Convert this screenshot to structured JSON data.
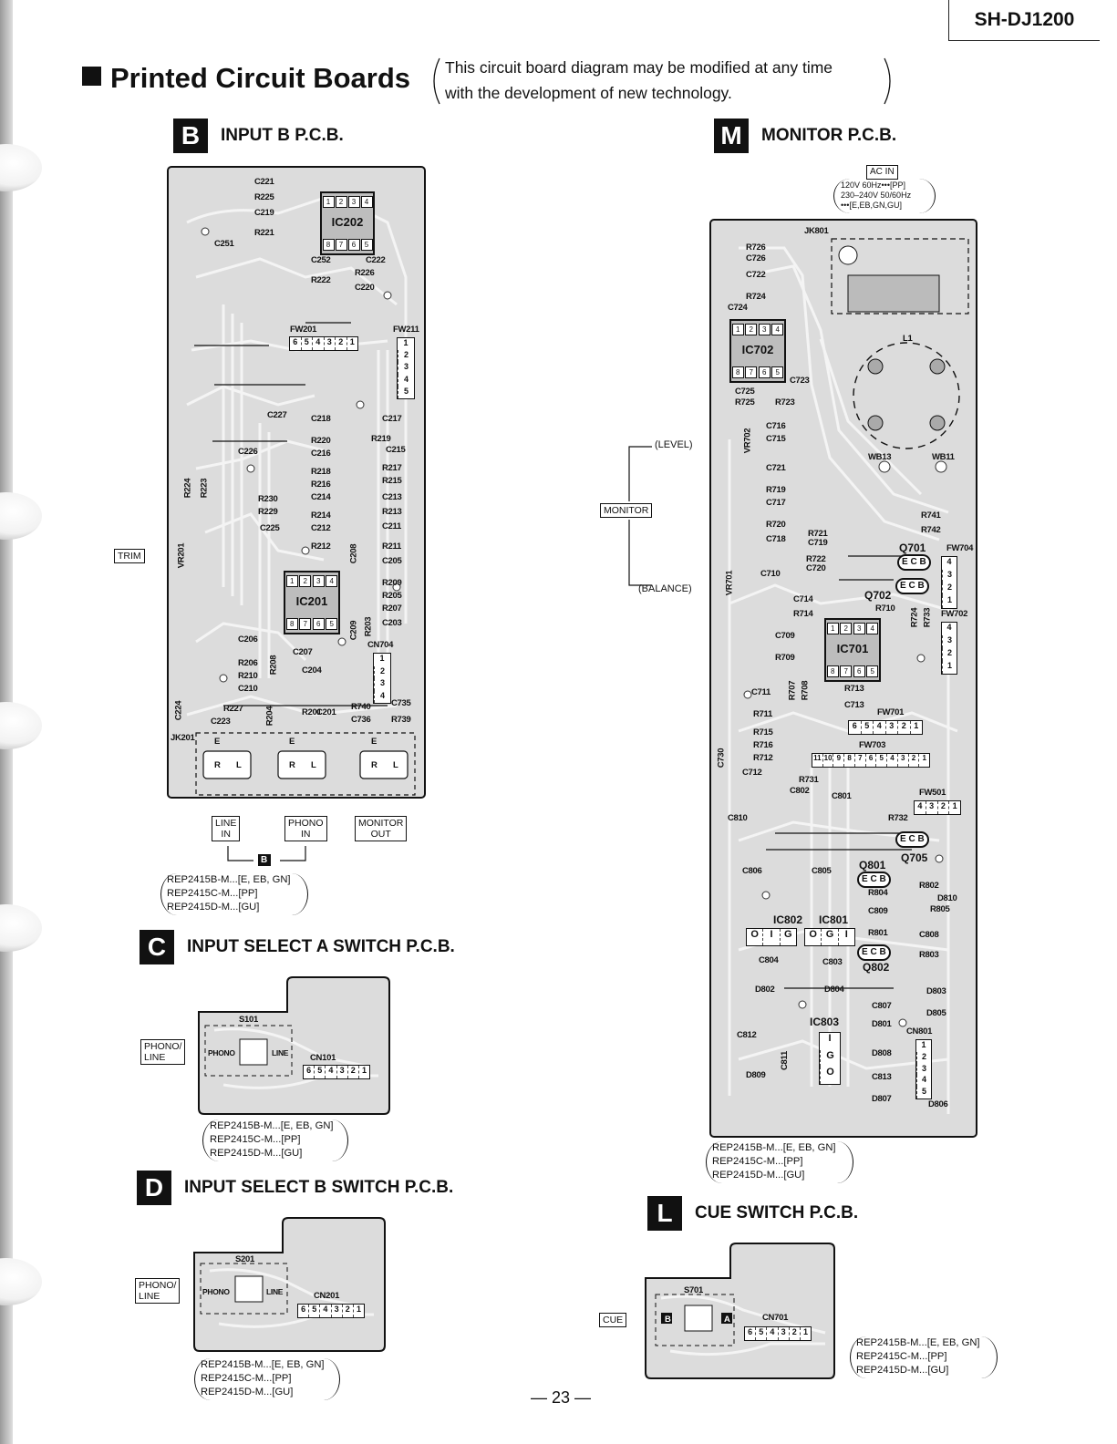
{
  "model": "SH-DJ1200",
  "title": "Printed Circuit Boards",
  "note": {
    "line1": "This circuit board diagram may be modified at any time",
    "line2": "with the development of new technology."
  },
  "page_number": "— 23 —",
  "parts_list": [
    "REP2415B-M...[E, EB, GN]",
    "REP2415C-M...[PP]",
    "REP2415D-M...[GU]"
  ],
  "boards": {
    "b": {
      "letter": "B",
      "name": "INPUT  B  P.C.B.",
      "trim_label": "TRIM",
      "jacks": [
        "LINE\nIN",
        "PHONO\nIN",
        "MONITOR\nOUT"
      ],
      "footer_letter": "B",
      "ic202": "IC202",
      "ic201": "IC201",
      "fw201": "FW201",
      "fw211": "FW211",
      "cn704": "CN704",
      "jk201": "JK201",
      "fw201_pins": [
        "6",
        "5",
        "4",
        "3",
        "2",
        "1"
      ],
      "fw211_pins": [
        "1",
        "2",
        "3",
        "4",
        "5"
      ],
      "cn704_pins": [
        "1",
        "2",
        "3",
        "4"
      ],
      "ic_pins_top": [
        "1",
        "2",
        "3",
        "4"
      ],
      "ic_pins_bottom": [
        "8",
        "7",
        "6",
        "5"
      ],
      "components": [
        "C221",
        "R225",
        "C219",
        "R221",
        "C251",
        "C252",
        "C222",
        "R226",
        "R222",
        "C220",
        "C227",
        "C218",
        "C217",
        "R219",
        "R220",
        "C216",
        "C215",
        "C226",
        "R218",
        "R217",
        "R216",
        "R215",
        "R224",
        "R223",
        "R230",
        "R229",
        "C214",
        "R214",
        "C213",
        "R213",
        "C225",
        "C212",
        "C211",
        "R212",
        "R211",
        "VR201",
        "C208",
        "C205",
        "R209",
        "R205",
        "R207",
        "C203",
        "R206",
        "C206",
        "R208",
        "C207",
        "C209",
        "R203",
        "R210",
        "C210",
        "C204",
        "C224",
        "R227",
        "C223",
        "R204",
        "R201",
        "C201",
        "R740",
        "C735",
        "C736",
        "R739",
        "E",
        "R",
        "L"
      ]
    },
    "m": {
      "letter": "M",
      "name": "MONITOR P.C.B.",
      "ac_in": "AC IN",
      "ac_spec": [
        "120V 60Hz•••[PP]",
        "230–240V 50/60Hz",
        "•••[E,EB,GN,GU]"
      ],
      "level": "(LEVEL)",
      "monitor": "MONITOR",
      "balance": "(BALANCE)",
      "ic702": "IC702",
      "ic701": "IC701",
      "ic802": "IC802",
      "ic801": "IC801",
      "ic803": "IC803",
      "q701": "Q701",
      "q702": "Q702",
      "q705": "Q705",
      "q801": "Q801",
      "q802": "Q802",
      "ecb": "E C B",
      "ecb2": "E C B",
      "ecb3": "E C B",
      "ecb4": "E C B",
      "ec": "E C B",
      "oig": [
        "O",
        "I",
        "G"
      ],
      "ogi": [
        "O",
        "G",
        "I"
      ],
      "igo": [
        "I",
        "G",
        "O"
      ],
      "jk801": "JK801",
      "l1": "L1",
      "wb13": "WB13",
      "wb11": "WB11",
      "fw701": "FW701",
      "fw703": "FW703",
      "fw704": "FW704",
      "fw702": "FW702",
      "fw501": "FW501",
      "cn801": "CN801",
      "fw701_pins": [
        "6",
        "5",
        "4",
        "3",
        "2",
        "1"
      ],
      "fw703_pins": [
        "11",
        "10",
        "9",
        "8",
        "7",
        "6",
        "5",
        "4",
        "3",
        "2",
        "1"
      ],
      "fw704_pins": [
        "4",
        "3",
        "2",
        "1"
      ],
      "fw702_pins": [
        "4",
        "3",
        "2",
        "1"
      ],
      "fw501_pins": [
        "4",
        "3",
        "2",
        "1"
      ],
      "cn801_pins": [
        "1",
        "2",
        "3",
        "4",
        "5"
      ],
      "ic_pins_top": [
        "1",
        "2",
        "3",
        "4"
      ],
      "ic_pins_bottom": [
        "8",
        "7",
        "6",
        "5"
      ],
      "components": [
        "R726",
        "C726",
        "C722",
        "R724",
        "C724",
        "C723",
        "C725",
        "R725",
        "R723",
        "VR702",
        "C716",
        "C715",
        "C721",
        "R719",
        "C717",
        "R720",
        "C718",
        "R721",
        "C719",
        "R722",
        "C720",
        "VR701",
        "C710",
        "C714",
        "R714",
        "R710",
        "R741",
        "R742",
        "R724",
        "R733",
        "C709",
        "R709",
        "R707",
        "R708",
        "C711",
        "R711",
        "R713",
        "C713",
        "R715",
        "R716",
        "R712",
        "C712",
        "C730",
        "R731",
        "C802",
        "C801",
        "R732",
        "C810",
        "C806",
        "C805",
        "R804",
        "C809",
        "R801",
        "R802",
        "R805",
        "D810",
        "C808",
        "R803",
        "C804",
        "C803",
        "D802",
        "D804",
        "C807",
        "D801",
        "D803",
        "D805",
        "C812",
        "C811",
        "D808",
        "C813",
        "D809",
        "D807",
        "D806"
      ]
    },
    "c": {
      "letter": "C",
      "name": "INPUT SELECT  A  SWITCH P.C.B.",
      "tag": "PHONO/\nLINE",
      "switch": "S101",
      "connector": "CN101",
      "phono": "PHONO",
      "line": "LINE",
      "pins": [
        "6",
        "5",
        "4",
        "3",
        "2",
        "1"
      ]
    },
    "d": {
      "letter": "D",
      "name": "INPUT SELECT  B  SWITCH P.C.B.",
      "tag": "PHONO/\nLINE",
      "switch": "S201",
      "connector": "CN201",
      "phono": "PHONO",
      "line": "LINE",
      "pins": [
        "6",
        "5",
        "4",
        "3",
        "2",
        "1"
      ]
    },
    "l": {
      "letter": "L",
      "name": "CUE SWITCH P.C.B.",
      "tag": "CUE",
      "switch": "S701",
      "connector": "CN701",
      "b": "B",
      "a": "A",
      "pins": [
        "6",
        "5",
        "4",
        "3",
        "2",
        "1"
      ]
    }
  }
}
